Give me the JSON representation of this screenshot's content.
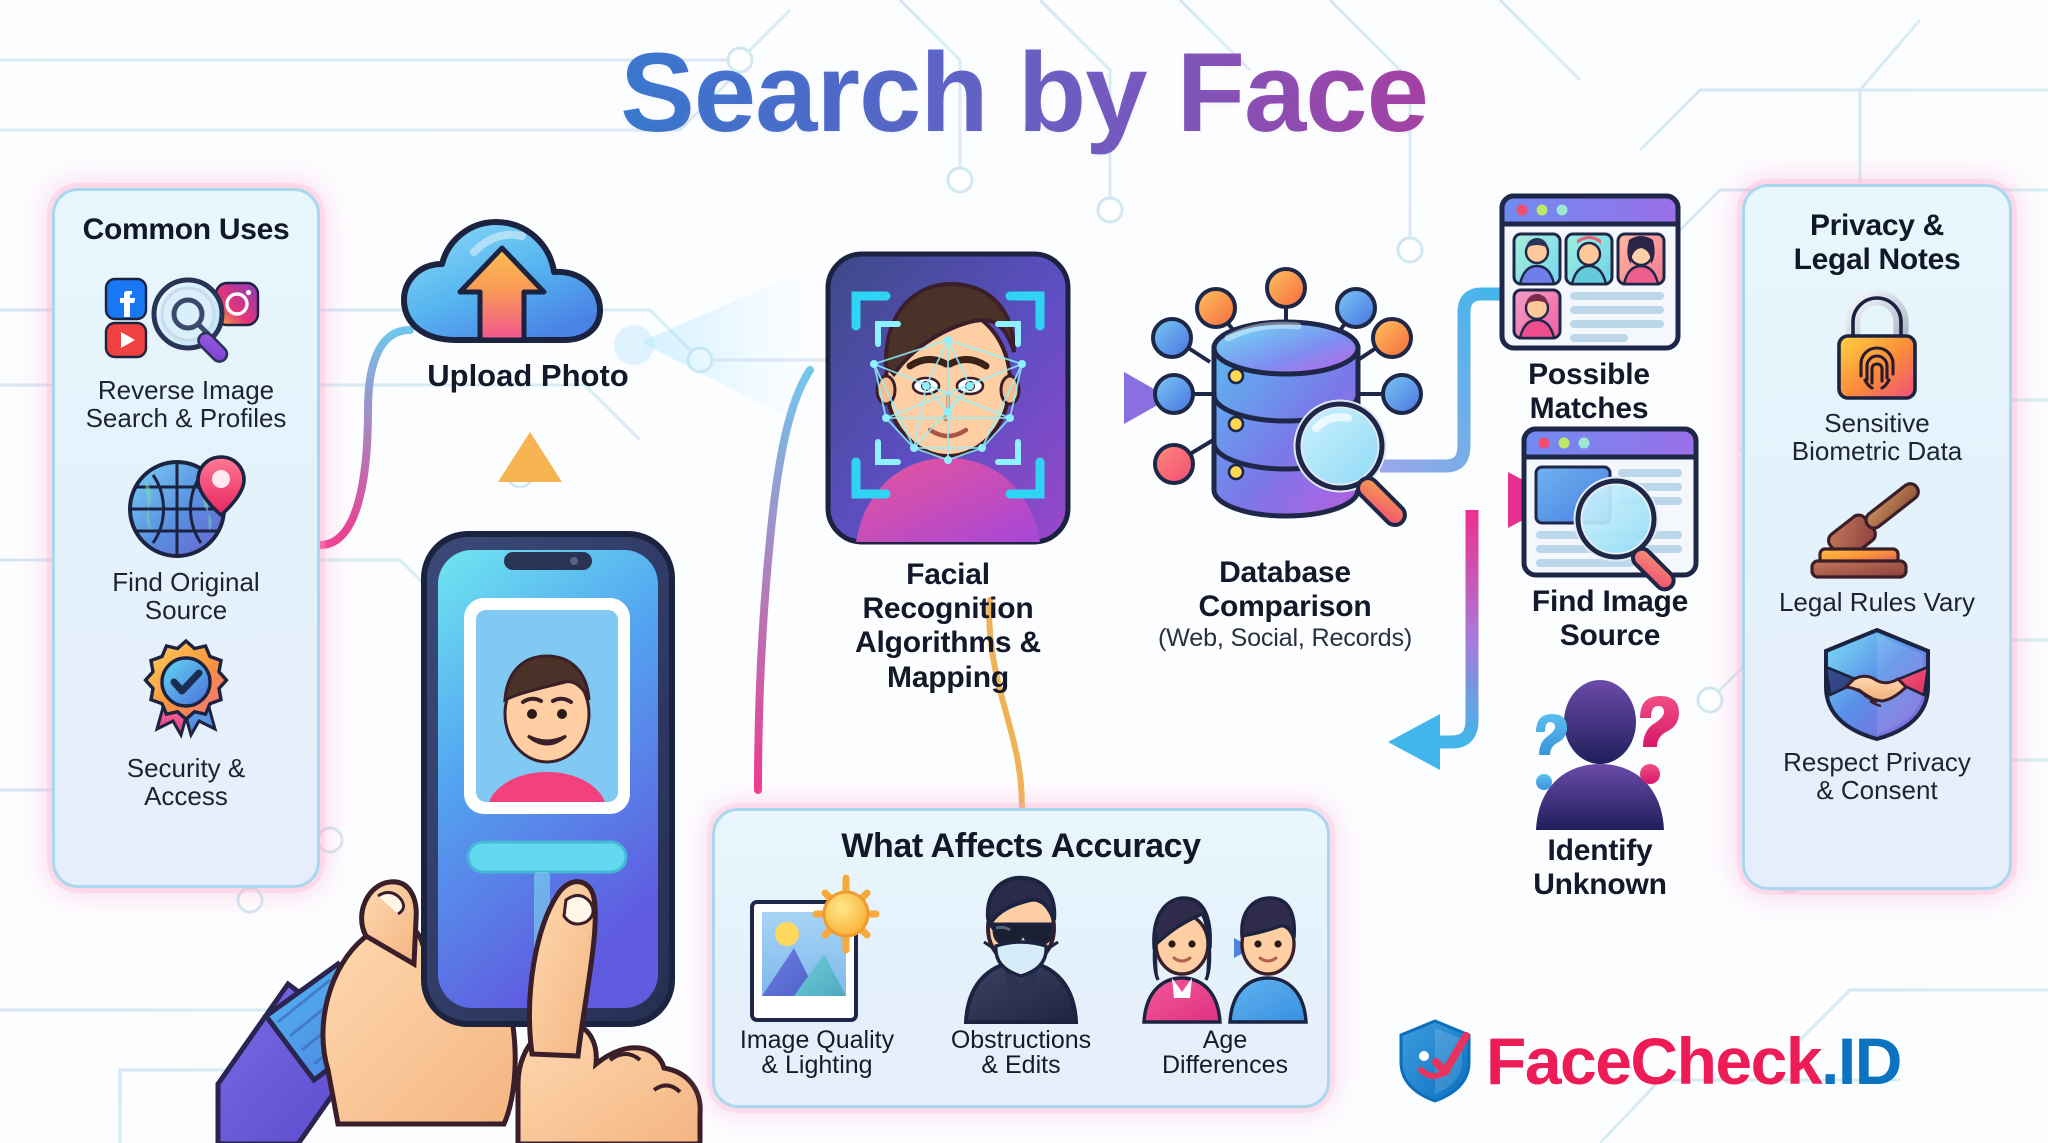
{
  "title": "Search by Face",
  "colors": {
    "title_start": "#1e8fd5",
    "title_mid": "#7d5bc4",
    "title_end": "#f01d62",
    "panel_bg": "#e6f3fb",
    "panel_border": "#a9d7ee",
    "accent_pink": "#ee1c56",
    "accent_blue": "#0b73c0",
    "arrow_blue": "#3fb3e8",
    "arrow_pink": "#e8419b",
    "arrow_purple": "#8b7ae0",
    "text_dark": "#14182a"
  },
  "left_panel": {
    "title": "Common Uses",
    "items": [
      {
        "icon": "social-search-icon",
        "label": "Reverse Image\nSearch & Profiles",
        "line1": "Reverse Image",
        "line2": "Search & Profiles"
      },
      {
        "icon": "globe-pin-icon",
        "label": "Find Original\nSource",
        "line1": "Find Original",
        "line2": "Source"
      },
      {
        "icon": "verified-badge-icon",
        "label": "Security &\nAccess",
        "line1": "Security &",
        "line2": "Access"
      }
    ]
  },
  "right_panel": {
    "title_line1": "Privacy &",
    "title_line2": "Legal Notes",
    "items": [
      {
        "icon": "lock-fingerprint-icon",
        "line1": "Sensitive",
        "line2": "Biometric Data"
      },
      {
        "icon": "gavel-icon",
        "line1": "Legal Rules Vary",
        "line2": ""
      },
      {
        "icon": "shield-handshake-icon",
        "line1": "Respect Privacy",
        "line2": "& Consent"
      }
    ]
  },
  "flow": {
    "upload": {
      "icon": "cloud-upload-icon",
      "label": "Upload Photo"
    },
    "phone": {
      "icon": "hand-holding-phone-icon",
      "screen_face": "portrait-photo",
      "button": "search-button"
    },
    "facial": {
      "icon": "face-scan-icon",
      "line1": "Facial Recognition",
      "line2": "Algorithms &",
      "line3": "Mapping"
    },
    "database": {
      "icon": "database-search-icon",
      "line1": "Database",
      "line2": "Comparison",
      "sub": "(Web, Social, Records)"
    },
    "outputs": [
      {
        "icon": "browser-profiles-icon",
        "line1": "Possible Matches",
        "line2": "",
        "arrow": "arrow-blue"
      },
      {
        "icon": "browser-image-search-icon",
        "line1": "Find Image",
        "line2": "Source",
        "arrow": "arrow-pink"
      },
      {
        "icon": "unknown-person-icon",
        "line1": "Identify",
        "line2": "Unknown",
        "arrow": "arrow-blue"
      }
    ]
  },
  "accuracy": {
    "title": "What Affects Accuracy",
    "items": [
      {
        "icon": "photo-sun-icon",
        "line1": "Image Quality",
        "line2": "& Lighting"
      },
      {
        "icon": "masked-person-icon",
        "line1": "Obstructions",
        "line2": "& Edits"
      },
      {
        "icon": "age-progression-icon",
        "line1": "Age",
        "line2": "Differences"
      }
    ]
  },
  "brand": {
    "icon": "facecheck-shield-icon",
    "main": "FaceCheck",
    "tld": ".ID"
  }
}
